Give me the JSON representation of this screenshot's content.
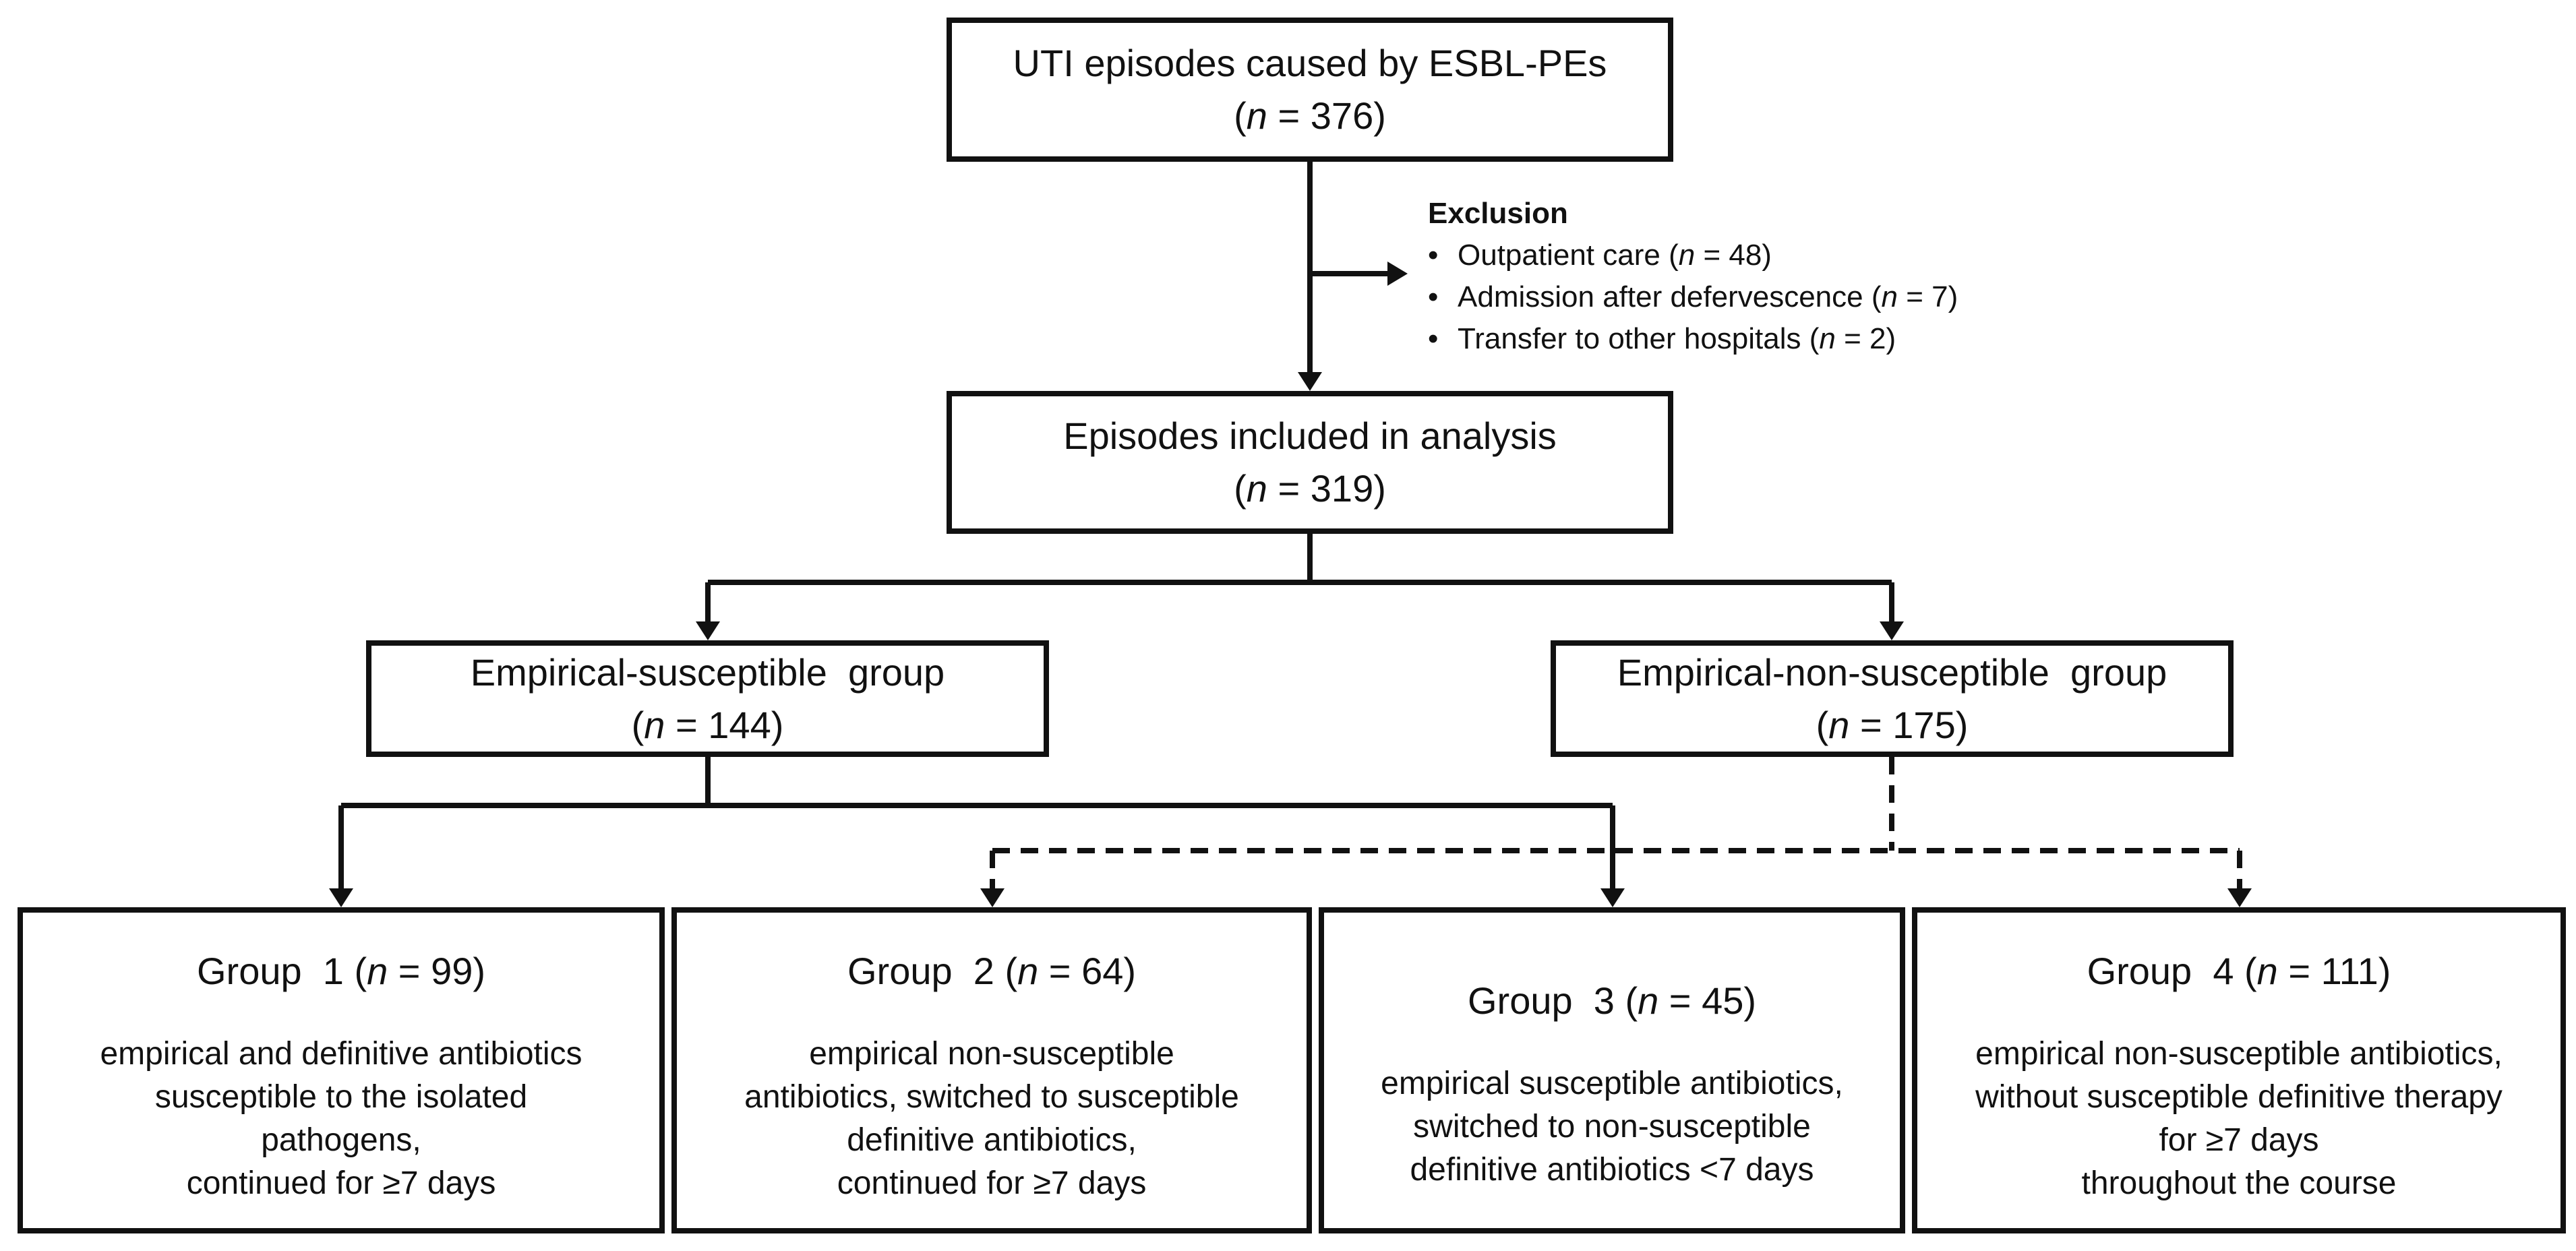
{
  "top": {
    "title": "UTI episodes caused by ESBL-PEs",
    "n_italic": "n",
    "n_value": " = 376)"
  },
  "exclusion": {
    "heading": "Exclusion",
    "bullet": "•",
    "items": [
      {
        "text": "Outpatient care (",
        "n_italic": "n",
        "n_value": " = 48)"
      },
      {
        "text": "Admission after defervescence (",
        "n_italic": "n",
        "n_value": " = 7)"
      },
      {
        "text": "Transfer to other hospitals (",
        "n_italic": "n",
        "n_value": " = 2)"
      }
    ]
  },
  "included": {
    "title": "Episodes included in analysis",
    "n_italic": "n",
    "n_value": " = 319)"
  },
  "susceptible": {
    "title": "Empirical-susceptible  group",
    "n_italic": "n",
    "n_value": " = 144)"
  },
  "nonsusceptible": {
    "title": "Empirical-non-susceptible  group",
    "n_italic": "n",
    "n_value": " = 175)"
  },
  "groups": [
    {
      "title": "Group  1 (",
      "n_italic": "n",
      "n_value": " = 99)",
      "lines": [
        "empirical and definitive antibiotics",
        "susceptible to the isolated",
        "pathogens,",
        "continued for ≥7 days"
      ]
    },
    {
      "title": "Group  2 (",
      "n_italic": "n",
      "n_value": " = 64)",
      "lines": [
        "empirical non-susceptible",
        "antibiotics, switched to susceptible",
        "definitive antibiotics,",
        "continued for ≥7 days"
      ]
    },
    {
      "title": "Group  3 (",
      "n_italic": "n",
      "n_value": " = 45)",
      "lines": [
        "empirical susceptible antibiotics,",
        "switched to non-susceptible",
        "definitive antibiotics <7 days"
      ]
    },
    {
      "title": "Group  4 (",
      "n_italic": "n",
      "n_value": " = 111)",
      "lines": [
        "empirical non-susceptible antibiotics,",
        "without susceptible definitive therapy",
        "for ≥7 days",
        "throughout the course"
      ]
    }
  ]
}
